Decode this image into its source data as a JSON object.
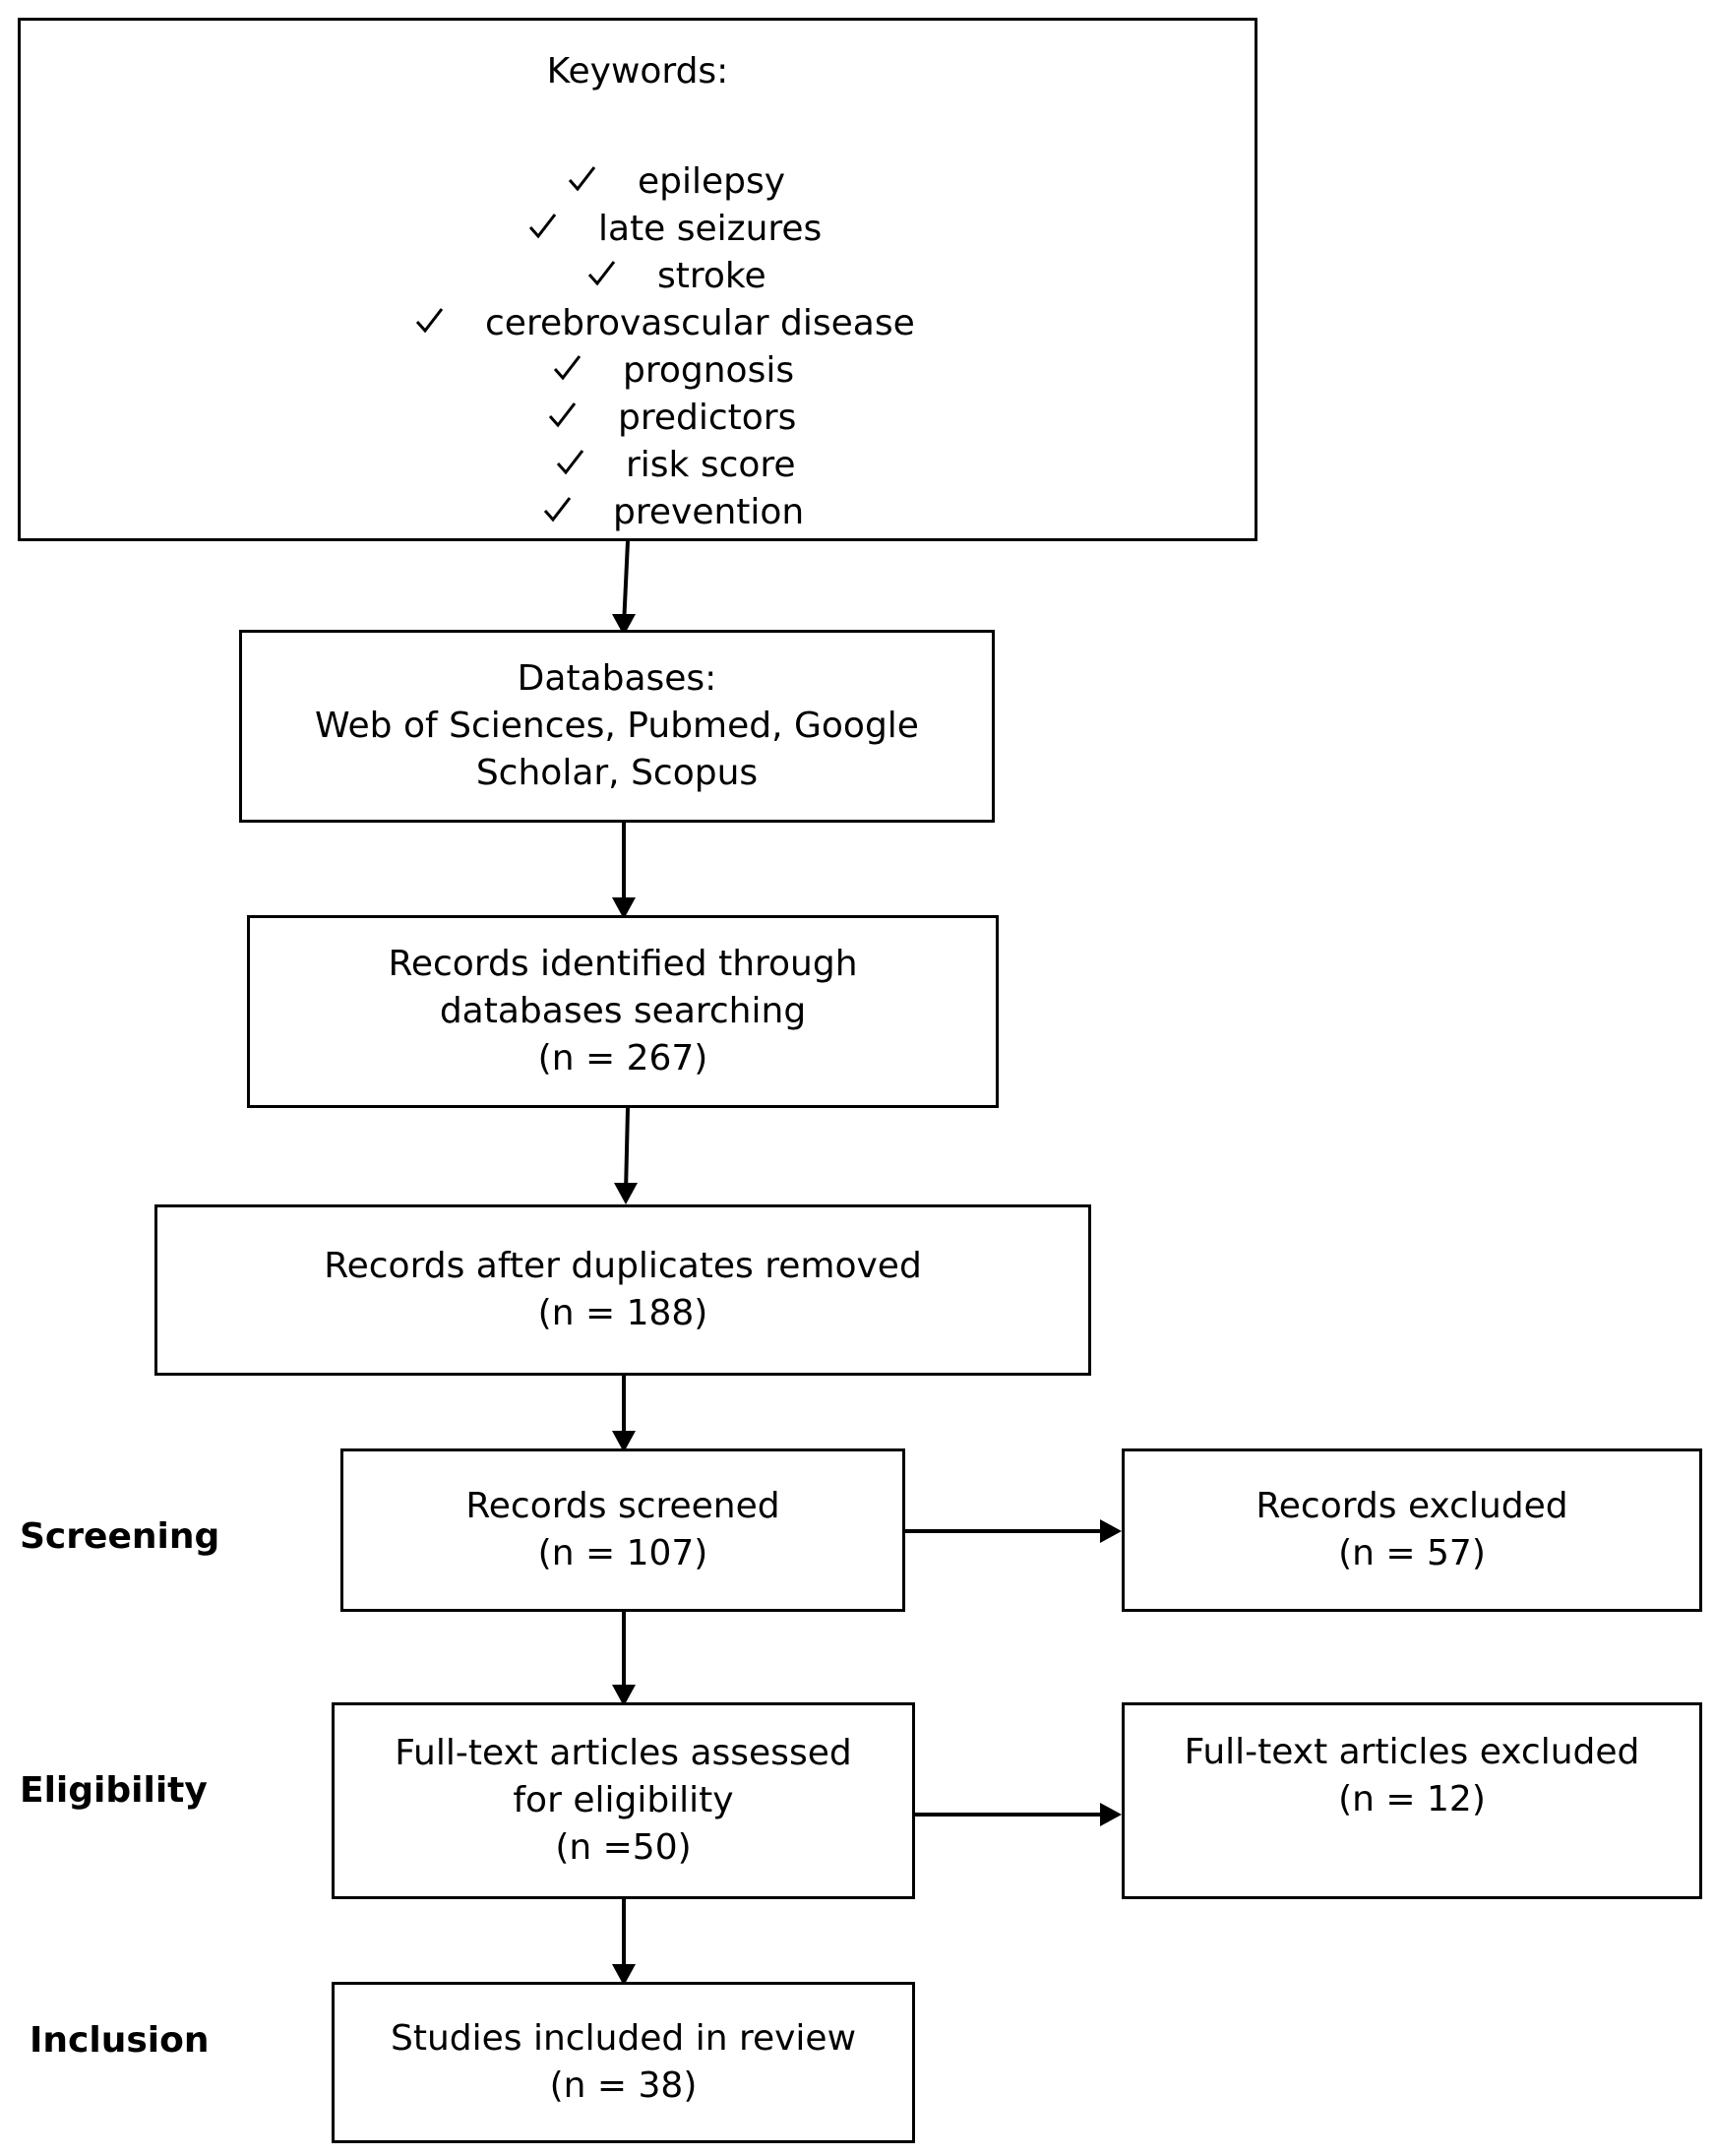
{
  "keywords": {
    "title": "Keywords:",
    "items": [
      "epilepsy",
      "late seizures",
      "stroke",
      "cerebrovascular disease",
      "prognosis",
      "predictors",
      "risk score",
      "prevention"
    ]
  },
  "databases": {
    "lines": [
      "Databases:",
      "Web of Sciences, Pubmed, Google",
      "Scholar, Scopus"
    ]
  },
  "identified": {
    "lines": [
      "Records identified through",
      "databases searching",
      "(n = 267)"
    ]
  },
  "deduplicated": {
    "lines": [
      "Records after duplicates removed",
      "(n = 188)"
    ]
  },
  "screened": {
    "lines": [
      "Records screened",
      "(n = 107)"
    ]
  },
  "excluded": {
    "lines": [
      "Records excluded",
      "(n = 57)"
    ]
  },
  "fulltext_assessed": {
    "lines": [
      "Full-text articles assessed",
      "for eligibility",
      "(n =50)"
    ]
  },
  "fulltext_excluded": {
    "lines": [
      "Full-text articles excluded",
      "(n = 12)"
    ]
  },
  "included": {
    "lines": [
      "Studies included in review",
      "(n = 38)"
    ]
  },
  "stages": {
    "screening": "Screening",
    "eligibility": "Eligibility",
    "inclusion": "Inclusion"
  },
  "colors": {
    "stroke": "#000000",
    "background": "#ffffff"
  }
}
